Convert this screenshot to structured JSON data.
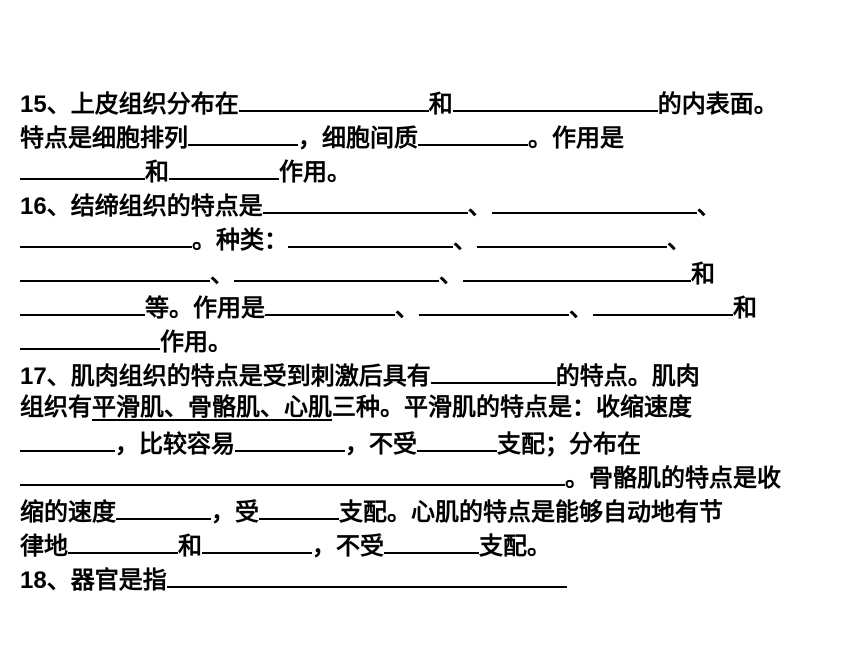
{
  "q15": {
    "num": "15",
    "t1": "、上皮组织分布在",
    "t2": "和",
    "t3": "的内表面。",
    "t4": "特点是细胞排列",
    "t5": "，细胞间质",
    "t6": "。作用是",
    "t7": "和",
    "t8": "作用。"
  },
  "q16": {
    "num": "16",
    "t1": "、结缔组织的特点是",
    "sep1": "、",
    "sep2": "、",
    "t2": "。种类：",
    "sep3": "、",
    "sep4": "、",
    "sep5": "、",
    "sep6": "、",
    "t3": "和",
    "t4": "等。作用是",
    "sep7": "、",
    "sep8": "、",
    "t5": "和",
    "t6": "作用。"
  },
  "q17": {
    "num": "17",
    "t1": "、肌肉组织的特点是受到刺激后具有",
    "t2": "的特点。肌肉",
    "t3": "组织有",
    "t4": "平滑肌、骨骼肌、心肌",
    "t5": "三种。平滑肌的特点是：收缩速度",
    "t6": "，比较容易",
    "t7": "，不受",
    "t8": "支配；分布在",
    "t9": "。骨骼肌的特点是收",
    "t10": "缩的速度",
    "t11": "，受",
    "t12": "支配。心肌的特点是能够自动地有节",
    "t13": "律地",
    "t14": "和",
    "t15": "，不受",
    "t16": "支配。"
  },
  "q18": {
    "num": "18",
    "t1": "、器官是指"
  }
}
